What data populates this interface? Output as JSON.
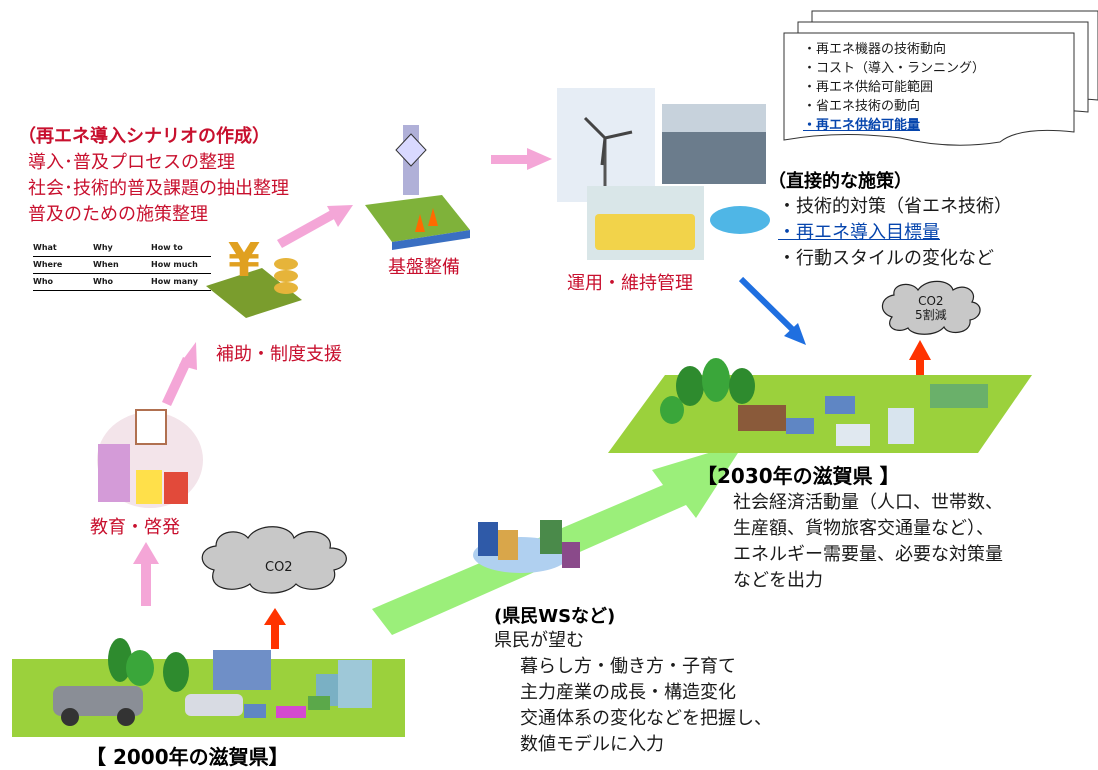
{
  "scenario": {
    "title": "（再エネ導入シナリオの作成）",
    "items": [
      "導入･普及プロセスの整理",
      "社会･技術的普及課題の抽出整理",
      "普及のための施策整理"
    ],
    "table": [
      [
        "What",
        "Why",
        "How to"
      ],
      [
        "Where",
        "When",
        "How much"
      ],
      [
        "Who",
        "Who",
        "How many"
      ]
    ]
  },
  "labels": {
    "infrastructure": "基盤整備",
    "operation": "運用・維持管理",
    "subsidy": "補助・制度支援",
    "education": "教育・啓発"
  },
  "documents": {
    "items": [
      "・再エネ機器の技術動向",
      "・コスト（導入・ランニング）",
      "・再エネ供給可能範囲",
      "・省エネ技術の動向",
      "・再エネ供給可能量"
    ]
  },
  "direct_measures": {
    "title": "（直接的な施策）",
    "items": [
      "・技術的対策（省エネ技術）",
      "・再エネ導入目標量",
      "・行動スタイルの変化など"
    ]
  },
  "co2": {
    "label_2000": "CO2",
    "label_2030_line1": "CO2",
    "label_2030_line2": "5割減"
  },
  "shiga_2030": {
    "title": "【2030年の滋賀県 】",
    "lines": [
      "社会経済活動量（人口、世帯数、",
      "生産額、貨物旅客交通量など）、",
      "エネルギー需要量、必要な対策量",
      "などを出力"
    ]
  },
  "workshop": {
    "title": "(県民WSなど)",
    "lines": [
      "県民が望む",
      "暮らし方・働き方・子育て",
      "主力産業の成長・構造変化",
      "交通体系の変化などを把握し、",
      "数値モデルに入力"
    ]
  },
  "shiga_2000": {
    "title": "【 2000年の滋賀県】"
  },
  "colors": {
    "accent_red": "#c8102e",
    "pink_arrow": "#f4a6d7",
    "green_arrow": "#9bef7a",
    "blue_arrow": "#1f6fe0",
    "orange_arrow": "#ff3300",
    "ground_green": "#9bd13c"
  }
}
